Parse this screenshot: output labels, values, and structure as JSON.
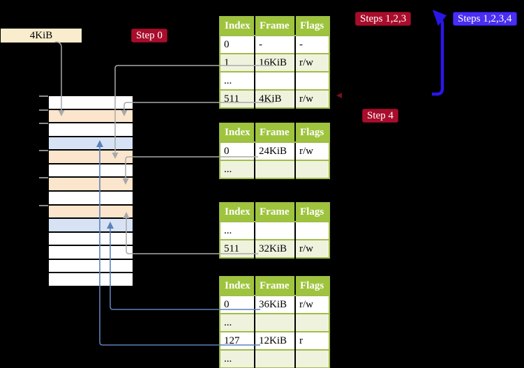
{
  "labels": {
    "source_frame_box": "4KiB",
    "badge_step0": "Step 0",
    "badge_steps123": "Steps 1,2,3",
    "badge_steps1234": "Steps 1,2,3,4",
    "badge_step4": "Step 4"
  },
  "page_tables": [
    {
      "name": "table-1-top",
      "headers": [
        "Index",
        "Frame",
        "Flags"
      ],
      "rows": [
        {
          "cells": [
            "0",
            "-",
            "-"
          ],
          "shade": "white",
          "highlight": false
        },
        {
          "cells": [
            "1",
            "16KiB",
            "r/w"
          ],
          "shade": "green",
          "highlight": false
        },
        {
          "cells": [
            "...",
            "",
            ""
          ],
          "shade": "white",
          "highlight": false
        },
        {
          "cells": [
            "511",
            "4KiB",
            "r/w"
          ],
          "shade": "green",
          "highlight": true
        }
      ]
    },
    {
      "name": "table-2",
      "headers": [
        "Index",
        "Frame",
        "Flags"
      ],
      "rows": [
        {
          "cells": [
            "0",
            "24KiB",
            "r/w"
          ],
          "shade": "white",
          "highlight": false
        },
        {
          "cells": [
            "...",
            "",
            ""
          ],
          "shade": "green",
          "highlight": false
        }
      ]
    },
    {
      "name": "table-3",
      "headers": [
        "Index",
        "Frame",
        "Flags"
      ],
      "rows": [
        {
          "cells": [
            "...",
            "",
            ""
          ],
          "shade": "white",
          "highlight": false
        },
        {
          "cells": [
            "511",
            "32KiB",
            "r/w"
          ],
          "shade": "green",
          "highlight": false
        }
      ]
    },
    {
      "name": "table-4-bottom",
      "headers": [
        "Index",
        "Frame",
        "Flags"
      ],
      "rows": [
        {
          "cells": [
            "0",
            "36KiB",
            "r/w"
          ],
          "shade": "white",
          "highlight": false
        },
        {
          "cells": [
            "...",
            "",
            ""
          ],
          "shade": "green",
          "highlight": false
        },
        {
          "cells": [
            "127",
            "12KiB",
            "r"
          ],
          "shade": "white",
          "highlight": false
        },
        {
          "cells": [
            "...",
            "",
            ""
          ],
          "shade": "green",
          "highlight": false
        }
      ]
    }
  ],
  "memory": {
    "rows": [
      {
        "color": "white"
      },
      {
        "color": "peach"
      },
      {
        "color": "white"
      },
      {
        "color": "blue"
      },
      {
        "color": "peach"
      },
      {
        "color": "white"
      },
      {
        "color": "peach"
      },
      {
        "color": "white"
      },
      {
        "color": "peach"
      },
      {
        "color": "blue"
      },
      {
        "color": "white"
      },
      {
        "color": "white"
      },
      {
        "color": "white"
      },
      {
        "color": "white"
      }
    ],
    "tick_rows": [
      0,
      1,
      2,
      4,
      6,
      8
    ]
  },
  "connections": [
    {
      "from": "4KiB-label",
      "to": "memory-frame-4KiB",
      "style": "gray-arrow"
    },
    {
      "from": "table-1-row-1 (16KiB)",
      "to": "memory-frame-16KiB",
      "style": "gray-arrow"
    },
    {
      "from": "table-1-row-511 (4KiB)",
      "to": "memory-frame-4KiB",
      "style": "gray-arrow"
    },
    {
      "from": "table-2-row-0 (24KiB)",
      "to": "memory-frame-24KiB",
      "style": "gray-arrow"
    },
    {
      "from": "table-3-row-511 (32KiB)",
      "to": "memory-frame-32KiB",
      "style": "gray-arrow"
    },
    {
      "from": "table-4-row-0 (36KiB)",
      "to": "memory-frame-36KiB",
      "style": "blue-arrow"
    },
    {
      "from": "table-4-row-127 (12KiB)",
      "to": "memory-frame-12KiB",
      "style": "blue-arrow"
    },
    {
      "from": "table-1-row-511",
      "to": "table-1-top-right",
      "style": "blue-loop-arrow"
    }
  ],
  "colors": {
    "background": "#000000",
    "header-green": "#9ec43d",
    "border-green": "#a0bd48",
    "row-green": "#eff3de",
    "highlight-yellow": "#ffff9c",
    "peach": "#fbe5cc",
    "page-blue": "#d7e3f4",
    "cream": "#faedcd",
    "badge-red": "#a90d2b",
    "badge-red-border": "#7e0a20",
    "badge-blue": "#4a2ff0",
    "badge-blue-border": "#2713d6",
    "arrow-blue": "#2b16e8",
    "connector-blue": "#5c80ba",
    "connector-gray": "#a9a9a9",
    "arrow-red-small": "#7a1020",
    "tick-gray": "#8c8c8c"
  }
}
